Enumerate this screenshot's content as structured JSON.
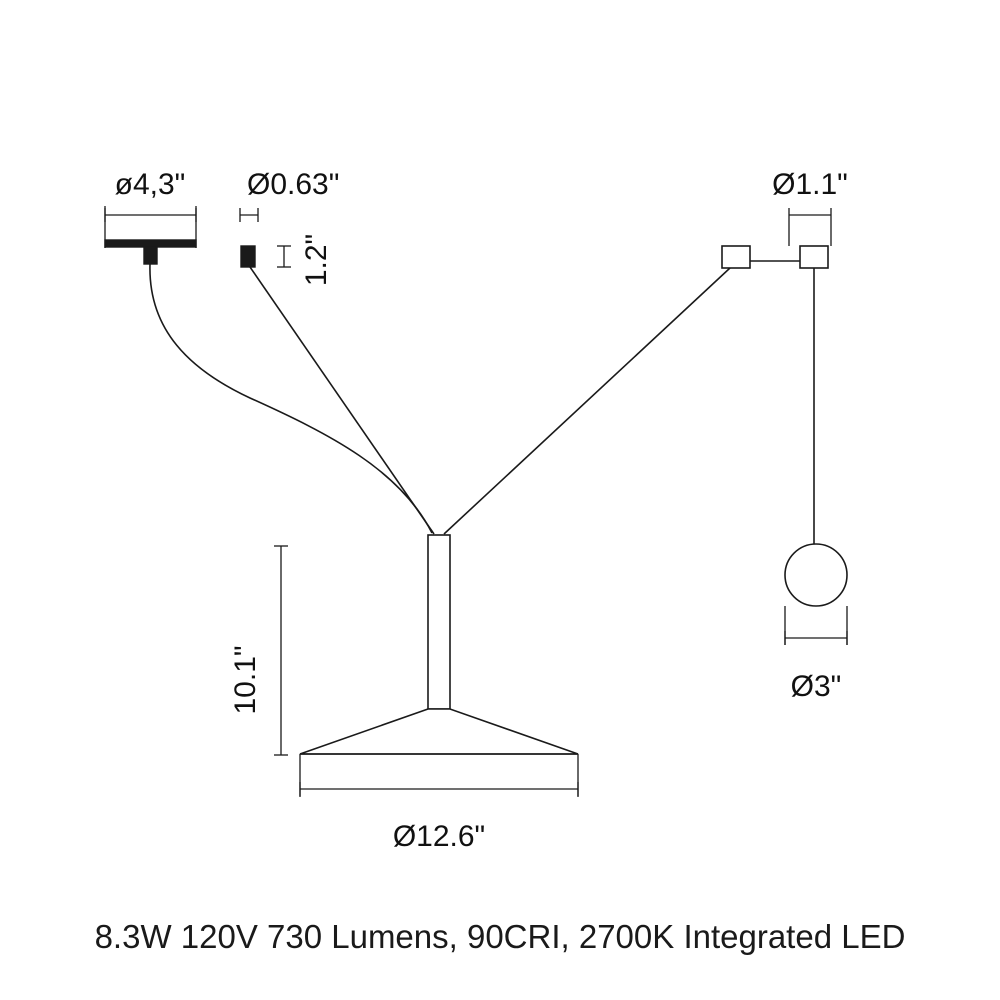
{
  "diagram": {
    "title": "Pendant lamp technical drawing",
    "dimensions": {
      "canopy_diameter": "ø4,3\"",
      "connector_diameter": "Ø0.63\"",
      "connector_height": "1.2\"",
      "counterweight_mount_diameter": "Ø1.1\"",
      "counterweight_diameter": "Ø3\"",
      "drop_height": "10.1\"",
      "shade_diameter": "Ø12.6\""
    },
    "spec_line": "8.3W 120V 730 Lumens, 90CRI, 2700K Integrated LED",
    "colors": {
      "line": "#1a1a1a",
      "background": "#ffffff",
      "text": "#1a1a1a"
    }
  }
}
